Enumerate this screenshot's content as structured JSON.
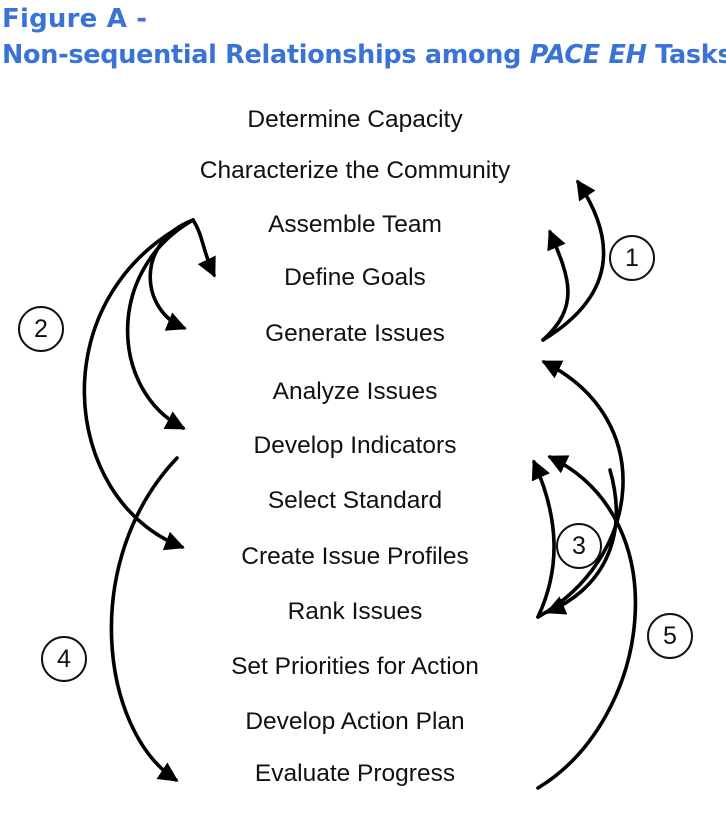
{
  "title": {
    "line1": "Figure A -",
    "line2_prefix": "Non-sequential Relationships among ",
    "line2_emphasis": "PACE EH",
    "line2_suffix": " Tasks"
  },
  "tasks": [
    "Determine Capacity",
    "Characterize the Community",
    "Assemble Team",
    "Define Goals",
    "Generate Issues",
    "Analyze Issues",
    "Develop Indicators",
    "Select Standard",
    "Create Issue Profiles",
    "Rank Issues",
    "Set Priorities for Action",
    "Develop Action Plan",
    "Evaluate Progress"
  ],
  "relationship_labels": [
    "1",
    "2",
    "3",
    "4",
    "5"
  ],
  "colors": {
    "title": "#3a73d6",
    "arrows": "#000000",
    "text": "#111111"
  }
}
